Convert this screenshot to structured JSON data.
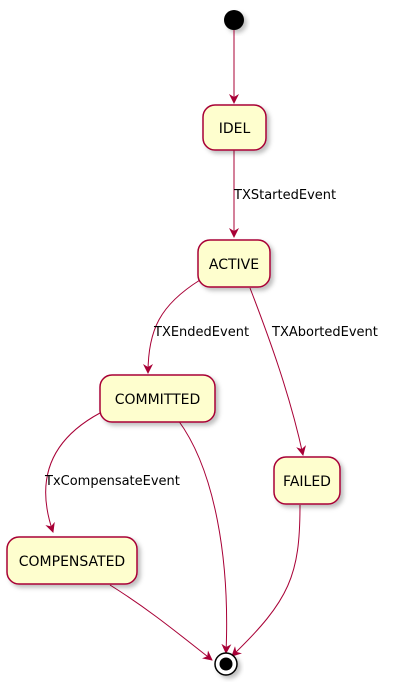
{
  "states": {
    "idel": "IDEL",
    "active": "ACTIVE",
    "committed": "COMMITTED",
    "failed": "FAILED",
    "compensated": "COMPENSATED"
  },
  "transitions": {
    "started": "TXStartedEvent",
    "ended": "TXEndedEvent",
    "aborted": "TXAbortedEvent",
    "compensate": "TxCompensateEvent"
  },
  "colors": {
    "state_fill": "#FEFECE",
    "state_border": "#A80036",
    "edge": "#A80036",
    "start_marker": "#000000"
  }
}
